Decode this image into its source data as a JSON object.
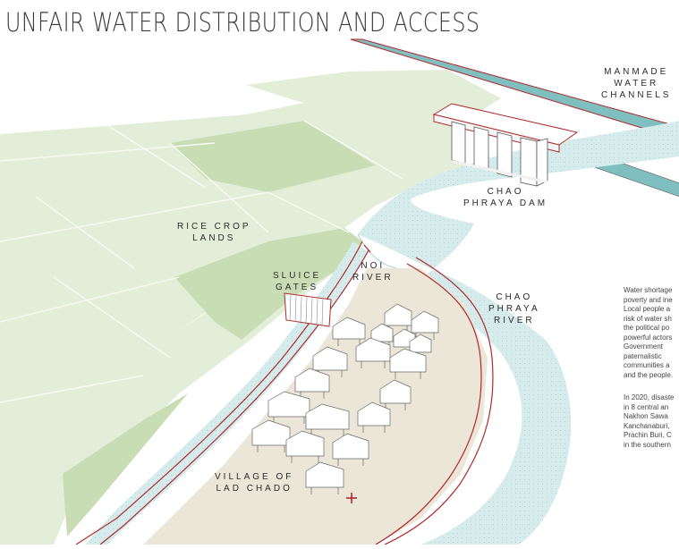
{
  "title": "UNFAIR WATER DISTRIBUTION AND ACCESS",
  "labels": {
    "channels": [
      "MANMADE",
      "WATER",
      "CHANNELS"
    ],
    "dam": [
      "CHAO",
      "PHRAYA DAM"
    ],
    "rice": [
      "RICE CROP",
      "LANDS"
    ],
    "sluice": [
      "SLUICE",
      "GATES"
    ],
    "noi": [
      "NOI",
      "RIVER"
    ],
    "chao_river": [
      "CHAO",
      "PHRAYA",
      "RIVER"
    ],
    "village": [
      "VILLAGE OF",
      "LAD CHADO"
    ]
  },
  "text_block": {
    "para1": [
      "Water shortage",
      "poverty and ine",
      "Local people a",
      "risk of water sh",
      "the political po",
      "powerful actors",
      "Government",
      "paternalistic",
      "communities a",
      "and the people."
    ],
    "para2": [
      "In 2020, disaste",
      "in 8 central an",
      "Nakhon Sawa",
      "Kanchanaburi,",
      "Prachin Buri, C",
      "in the southern"
    ]
  },
  "colors": {
    "field_light": "#e3eed9",
    "field_dark": "#c9ddb5",
    "water": "#d6ecec",
    "channel": "#7fbfbf",
    "village_ground": "#ece6d8",
    "boundary_red": "#b02a2a"
  },
  "icons": {
    "marker": "red-cross-icon"
  }
}
